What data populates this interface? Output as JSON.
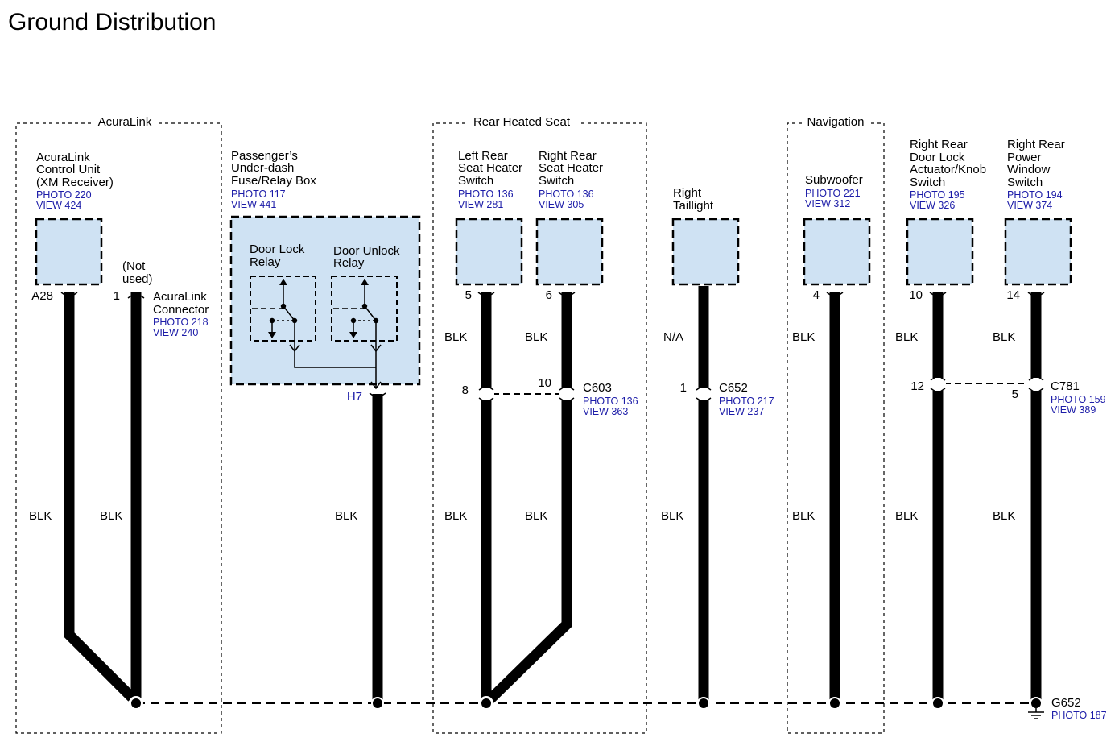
{
  "title": "Ground Distribution",
  "groups": {
    "acuralink": "AcuraLink",
    "rear_heated_seat": "Rear Heated Seat",
    "navigation": "Navigation"
  },
  "components": {
    "acuralink_unit": {
      "name": [
        "AcuraLink",
        "Control Unit",
        "(XM Receiver)"
      ],
      "photo": "PHOTO 220",
      "view": "VIEW 424"
    },
    "fuse_box": {
      "name": [
        "Passenger’s",
        "Under-dash",
        "Fuse/Relay Box"
      ],
      "photo": "PHOTO 117",
      "view": "VIEW 441"
    },
    "door_lock_relay": [
      "Door Lock",
      "Relay"
    ],
    "door_unlock_relay": [
      "Door Unlock",
      "Relay"
    ],
    "left_rear_seat": {
      "name": [
        "Left Rear",
        "Seat Heater",
        "Switch"
      ],
      "photo": "PHOTO 136",
      "view": "VIEW 281"
    },
    "right_rear_seat": {
      "name": [
        "Right Rear",
        "Seat Heater",
        "Switch"
      ],
      "photo": "PHOTO 136",
      "view": "VIEW 305"
    },
    "right_taillight": {
      "name": [
        "Right",
        "Taillight"
      ]
    },
    "subwoofer": {
      "name": [
        "Subwoofer"
      ],
      "photo": "PHOTO 221",
      "view": "VIEW 312"
    },
    "door_lock_actuator": {
      "name": [
        "Right Rear",
        "Door Lock",
        "Actuator/Knob",
        "Switch"
      ],
      "photo": "PHOTO 195",
      "view": "VIEW 326"
    },
    "power_window_switch": {
      "name": [
        "Right Rear",
        "Power",
        "Window",
        "Switch"
      ],
      "photo": "PHOTO 194",
      "view": "VIEW 374"
    }
  },
  "connectors": {
    "acuralink_connector": {
      "name": [
        "AcuraLink",
        "Connector"
      ],
      "photo": "PHOTO 218",
      "view": "VIEW 240",
      "not_used": [
        "(Not",
        "used)"
      ]
    },
    "c603": {
      "name": "C603",
      "photo": "PHOTO 136",
      "view": "VIEW 363"
    },
    "c652": {
      "name": "C652",
      "photo": "PHOTO 217",
      "view": "VIEW 237"
    },
    "c781": {
      "name": "C781",
      "photo": "PHOTO 159",
      "view": "VIEW 389"
    }
  },
  "pins": {
    "a28": "A28",
    "p1": "1",
    "h7": "H7",
    "p5": "5",
    "p6": "6",
    "p8": "8",
    "p10": "10",
    "c652_1": "1",
    "p4": "4",
    "act_10": "10",
    "act_12": "12",
    "win_14": "14",
    "win_5": "5"
  },
  "wires": {
    "blk": "BLK",
    "na": "N/A"
  },
  "ground": {
    "name": "G652",
    "photo": "PHOTO 187"
  }
}
